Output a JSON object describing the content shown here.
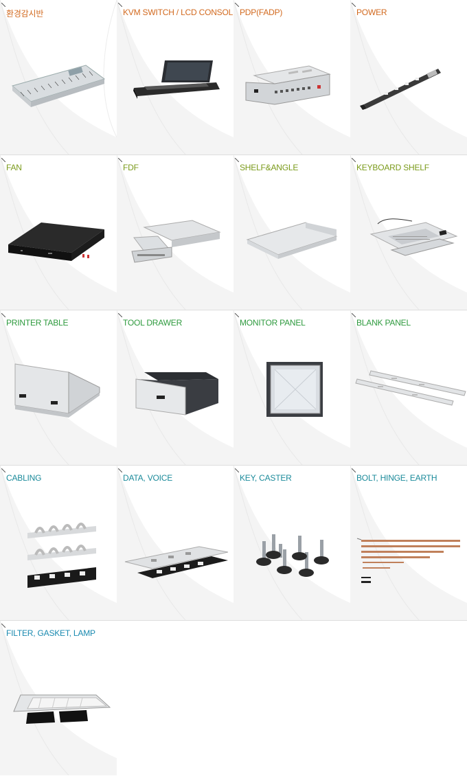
{
  "colors": {
    "row1": "#d2691e",
    "row2": "#7a9a1a",
    "row3": "#2e9a3e",
    "row4": "#1a8a9a",
    "row5": "#1a8ab0"
  },
  "products": [
    {
      "title": "환경감시반",
      "icon": "environment-monitor-icon"
    },
    {
      "title": "KVM SWITCH / LCD CONSOLE",
      "icon": "kvm-console-icon"
    },
    {
      "title": "PDP(FADP)",
      "icon": "pdp-unit-icon"
    },
    {
      "title": "POWER",
      "icon": "power-strip-icon"
    },
    {
      "title": "FAN",
      "icon": "fan-unit-icon"
    },
    {
      "title": "FDF",
      "icon": "fdf-tray-icon"
    },
    {
      "title": "SHELF&ANGLE",
      "icon": "shelf-icon"
    },
    {
      "title": "KEYBOARD SHELF",
      "icon": "keyboard-shelf-icon"
    },
    {
      "title": "PRINTER TABLE",
      "icon": "printer-table-icon"
    },
    {
      "title": "TOOL DRAWER",
      "icon": "tool-drawer-icon"
    },
    {
      "title": "MONITOR PANEL",
      "icon": "monitor-panel-icon"
    },
    {
      "title": "BLANK PANEL",
      "icon": "blank-panel-icon"
    },
    {
      "title": "CABLING",
      "icon": "cabling-icon"
    },
    {
      "title": "DATA, VOICE",
      "icon": "data-voice-panel-icon"
    },
    {
      "title": "KEY, CASTER",
      "icon": "caster-icon"
    },
    {
      "title": "BOLT, HINGE, EARTH",
      "icon": "bolt-hinge-icon"
    },
    {
      "title": "FILTER, GASKET, LAMP",
      "icon": "filter-gasket-icon"
    }
  ]
}
